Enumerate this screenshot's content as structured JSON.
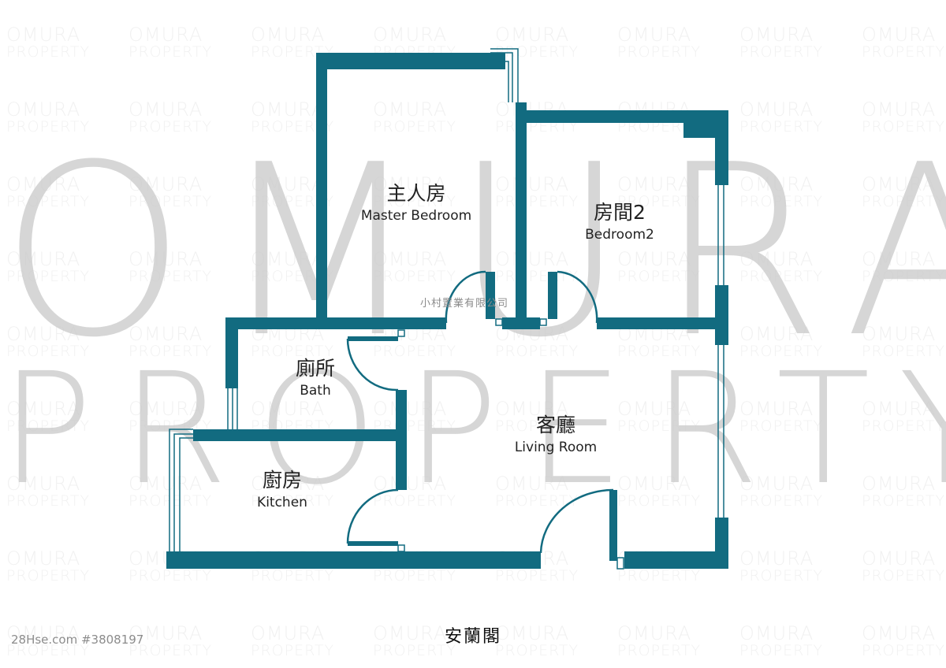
{
  "watermark": {
    "big_line1": "OMURA",
    "big_line2": "PROPERTY",
    "tile_line1": "OMURA",
    "tile_line2": "PROPERTY",
    "company_zh": "小村置業有限公司"
  },
  "colors": {
    "wall": "#126b80",
    "window": "#126b80",
    "watermark": "#c8c8c8"
  },
  "rooms": [
    {
      "id": "master-bedroom",
      "zh": "主人房",
      "en": "Master Bedroom"
    },
    {
      "id": "bedroom2",
      "zh": "房間2",
      "en": "Bedroom2"
    },
    {
      "id": "bath",
      "zh": "廁所",
      "en": "Bath"
    },
    {
      "id": "kitchen",
      "zh": "廚房",
      "en": "Kitchen"
    },
    {
      "id": "living-room",
      "zh": "客廳",
      "en": "Living Room"
    }
  ],
  "footer": {
    "listing_id": "28Hse.com #3808197",
    "building_name": "安蘭閣"
  }
}
